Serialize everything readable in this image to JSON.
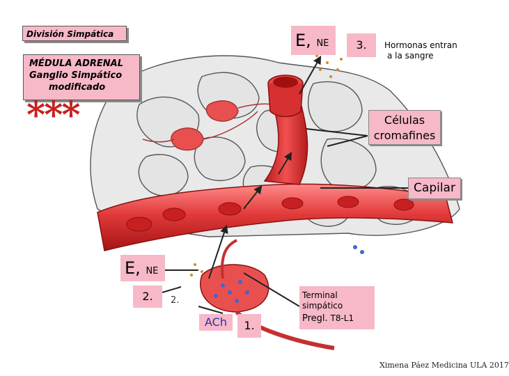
{
  "title": "División Simpática",
  "medulla_box": {
    "line1": "MÉDULA ADRENAL",
    "line2": "Ganglio Simpático",
    "line3": "modificado"
  },
  "asterisks": "***",
  "top_e": {
    "big": "E,",
    "small": "NE"
  },
  "label_3": "3.",
  "hormonas": {
    "line1": "Hormonas entran",
    "line2": "a la sangre"
  },
  "celulas": {
    "line1": "Células",
    "line2": "cromafines"
  },
  "capilar": "Capilar",
  "bottom_e": {
    "big": "E,",
    "small": "NE"
  },
  "label_2": "2.",
  "label_2_plain": "2.",
  "ach": "ACh",
  "label_1": "1.",
  "terminal": {
    "line1": "Terminal",
    "line2": "simpático",
    "line3": "Pregl.",
    "line4": "T8-L1"
  },
  "credit": "Ximena Páez Medicina ULA 2017",
  "colors": {
    "label_fill": "#f7b8c8",
    "vessel": "#e23a3a",
    "vessel_dark": "#b01818",
    "tissue": "#e6e6e6",
    "asterisk": "#c81e1e",
    "ach_text": "#2233aa"
  }
}
